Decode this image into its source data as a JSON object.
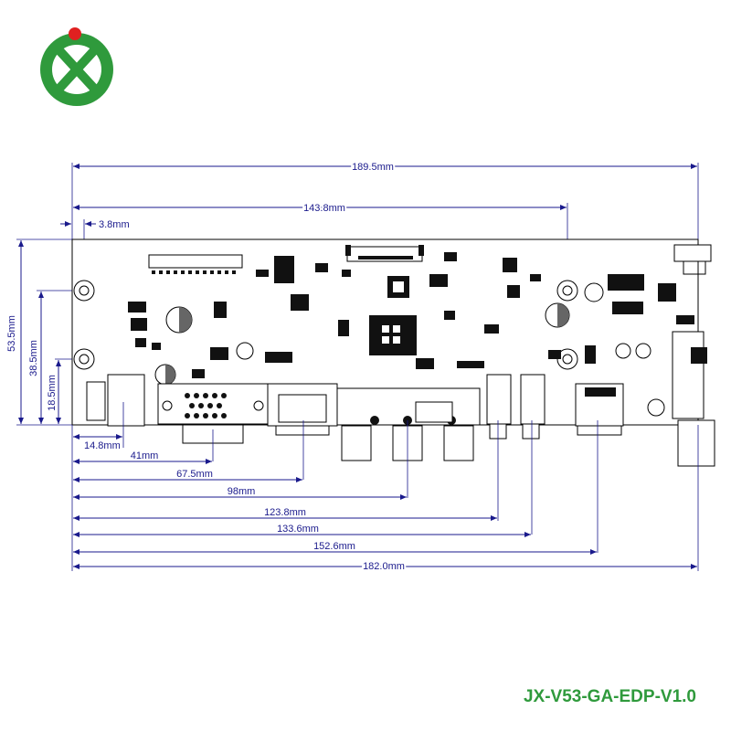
{
  "logo": {
    "name": "JX logo",
    "colors": {
      "green": "#2f9a3c",
      "red": "#e02020"
    }
  },
  "model_label": "JX-V53-GA-EDP-V1.0",
  "dimensions": {
    "horizontal_top": [
      "189.5mm",
      "143.8mm",
      "3.8mm"
    ],
    "vertical_left": [
      "53.5mm",
      "38.5mm",
      "18.5mm"
    ],
    "horizontal_bottom": [
      "14.8mm",
      "41mm",
      "67.5mm",
      "98mm",
      "123.8mm",
      "133.6mm",
      "152.6mm",
      "182.0mm"
    ]
  },
  "colors": {
    "dimension": "#1a1a8c",
    "board": "#000000"
  }
}
